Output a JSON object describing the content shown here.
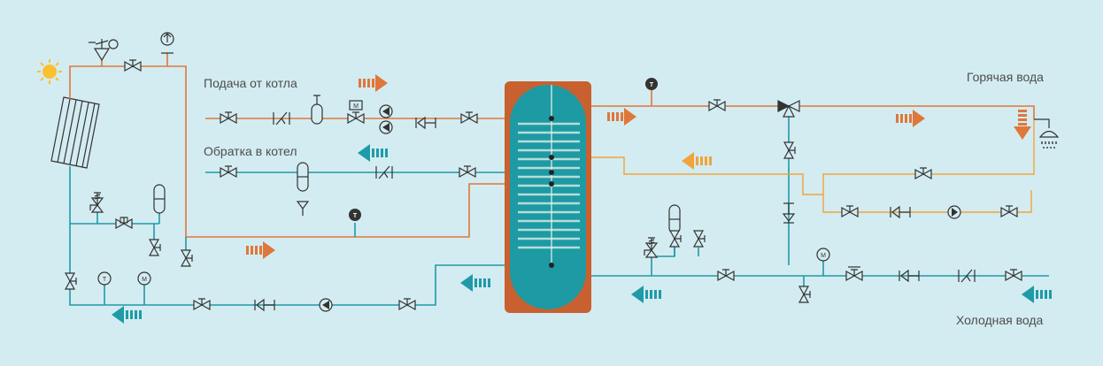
{
  "labels": {
    "supply_from_boiler": "Подача от котла",
    "return_to_boiler": "Обратка в котел",
    "hot_water": "Горячая вода",
    "cold_water": "Холодная вода"
  },
  "gauges": {
    "temperature": "T",
    "manometer": "M",
    "motor": "M"
  },
  "colors": {
    "background": "#d3ecf1",
    "hot_line": "#e0763a",
    "cold_line": "#1f9aa8",
    "circulation_line": "#f0a43a",
    "tank_body": "#1d9aa3",
    "tank_jacket": "#c8612f"
  }
}
